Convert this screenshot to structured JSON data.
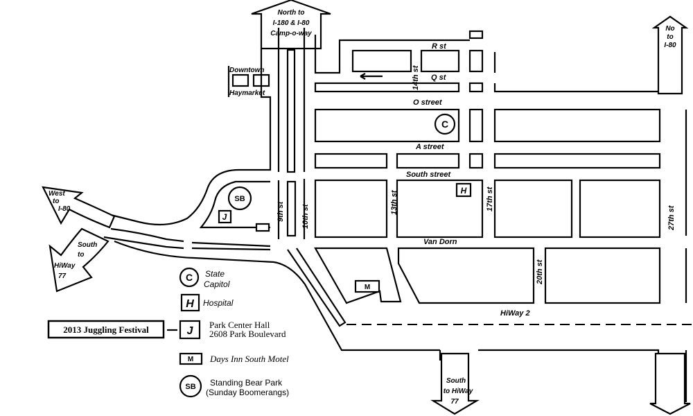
{
  "labels": {
    "north_arrow": [
      "North to",
      "I-180 & I-80",
      "Camp-o-way"
    ],
    "ne_arrow": [
      "No",
      "to",
      "I-80"
    ],
    "west_arrow": [
      "West",
      "to",
      "I-80"
    ],
    "southwest_arrow": [
      "South",
      "to",
      "HiWay",
      "77"
    ],
    "south_arrow": [
      "South",
      "to HiWay",
      "77"
    ],
    "downtown": "Downtown",
    "haymarket": "Haymarket",
    "r_st": "R st",
    "q_st": "Q st",
    "o_street": "O street",
    "a_street": "A street",
    "south_street": "South street",
    "van_dorn": "Van Dorn",
    "hiway2": "HiWay 2",
    "st9": "9th st",
    "st10": "10th st",
    "st13": "13th st",
    "st14": "14th st",
    "st17": "17th st",
    "st20": "20th st",
    "st27": "27th st"
  },
  "markers": {
    "capitol": "C",
    "hospital": "H",
    "hall": "J",
    "motel": "M",
    "park": "SB"
  },
  "legend": {
    "capitol": [
      "State",
      "Capitol"
    ],
    "hospital": "Hospital",
    "festival_box": "2013 Juggling Festival",
    "hall": [
      "Park Center Hall",
      "2608 Park Boulevard"
    ],
    "motel": "Days Inn South Motel",
    "park": [
      "Standing Bear Park",
      "(Sunday Boomerangs)"
    ]
  }
}
